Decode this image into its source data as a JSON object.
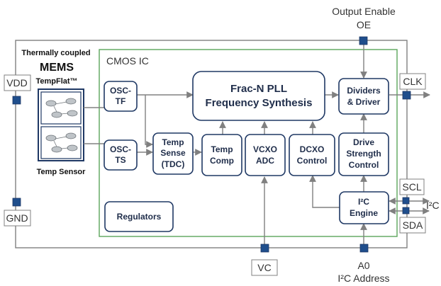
{
  "colors": {
    "block_border": "#1f3864",
    "cmos_border": "#5aa65a",
    "wire": "#808080",
    "pin_fill": "#1f4e8c",
    "text": "#1f2d4a"
  },
  "output_enable": {
    "title": "Output Enable",
    "pin": "OE"
  },
  "cmos_label": "CMOS IC",
  "mems": {
    "line1": "Thermally coupled",
    "line2": "MEMS",
    "line3": "TempFlat™",
    "sensor_label": "Temp Sensor",
    "icon": "mems-resonator-icon"
  },
  "pins": {
    "vdd": "VDD",
    "gnd": "GND",
    "clk": "CLK",
    "scl": "SCL",
    "sda": "SDA",
    "vc": "VC",
    "i2c_bus": "I²C"
  },
  "a0": {
    "line1": "A0",
    "line2": "I²C Address"
  },
  "blocks": {
    "osc_tf": [
      "OSC-",
      "TF"
    ],
    "osc_ts": [
      "OSC-",
      "TS"
    ],
    "temp_sense": [
      "Temp",
      "Sense",
      "(TDC)"
    ],
    "pll": [
      "Frac-N PLL",
      "Frequency Synthesis"
    ],
    "temp_comp": [
      "Temp",
      "Comp"
    ],
    "vcxo_adc": [
      "VCXO",
      "ADC"
    ],
    "dcxo_control": [
      "DCXO",
      "Control"
    ],
    "dividers": [
      "Dividers",
      "& Driver"
    ],
    "drive_strength": [
      "Drive",
      "Strength",
      "Control"
    ],
    "i2c_engine": [
      "I²C",
      "Engine"
    ],
    "regulators": [
      "Regulators"
    ]
  }
}
